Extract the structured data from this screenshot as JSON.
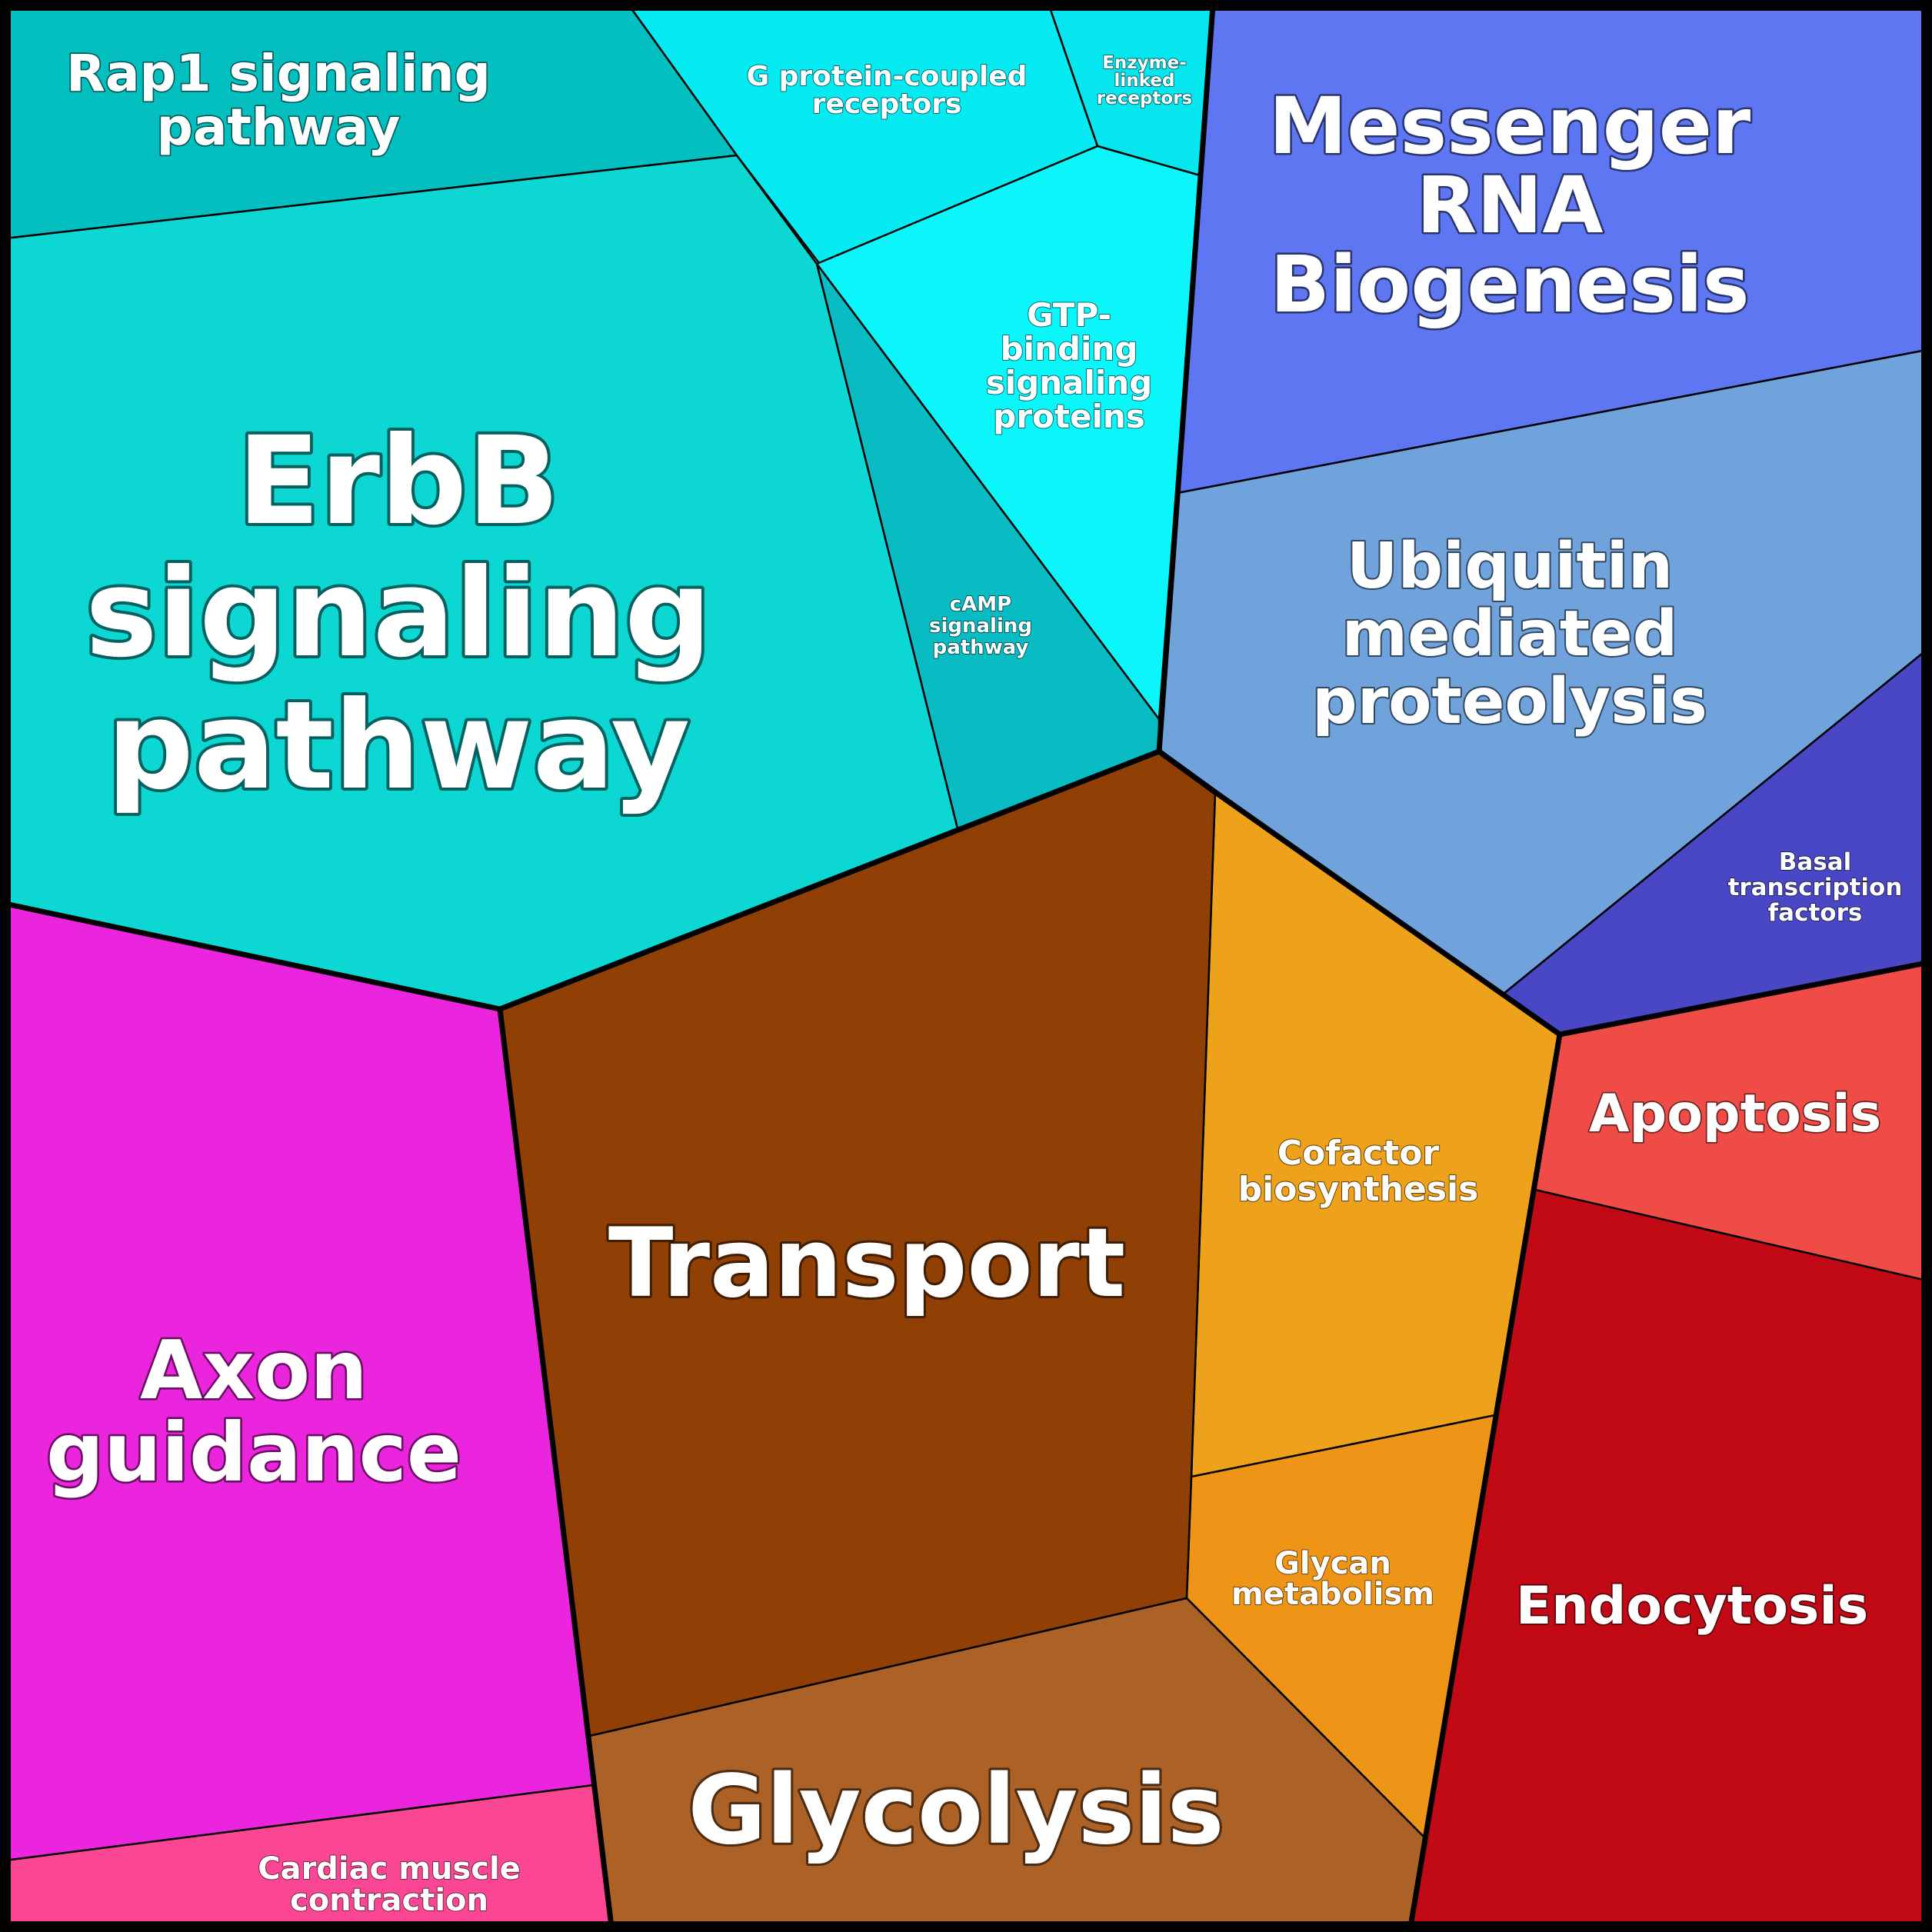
{
  "regions": [
    {
      "id": "rap1-signaling-pathway",
      "color": "#04bfbf",
      "lines": [
        "Rap1 signaling",
        "pathway"
      ]
    },
    {
      "id": "erbb-signaling-pathway",
      "color": "#0dd7d3",
      "lines": [
        "ErbB",
        "signaling",
        "pathway"
      ]
    },
    {
      "id": "camp-signaling-pathway",
      "color": "#09bcc4",
      "lines": [
        "cAMP",
        "signaling",
        "pathway"
      ]
    },
    {
      "id": "g-protein-coupled-receptors",
      "color": "#06eaf2",
      "lines": [
        "G protein-coupled",
        "receptors"
      ]
    },
    {
      "id": "enzyme-linked-receptors",
      "color": "#05e6ee",
      "lines": [
        "Enzyme-",
        "linked",
        "receptors"
      ]
    },
    {
      "id": "gtp-binding-signaling-proteins",
      "color": "#0af6fb",
      "lines": [
        "GTP-",
        "binding",
        "signaling",
        "proteins"
      ]
    },
    {
      "id": "messenger-rna-biogenesis",
      "color": "#5e76f2",
      "lines": [
        "Messenger",
        "RNA",
        "Biogenesis"
      ]
    },
    {
      "id": "ubiquitin-mediated-proteolysis",
      "color": "#70a3dc",
      "lines": [
        "Ubiquitin",
        "mediated",
        "proteolysis"
      ]
    },
    {
      "id": "basal-transcription-factors",
      "color": "#4a47c6",
      "lines": [
        "Basal",
        "transcription",
        "factors"
      ]
    },
    {
      "id": "apoptosis",
      "color": "#f04c47",
      "lines": [
        "Apoptosis"
      ]
    },
    {
      "id": "endocytosis",
      "color": "#c10a16",
      "lines": [
        "Endocytosis"
      ]
    },
    {
      "id": "cofactor-biosynthesis",
      "color": "#eea21b",
      "lines": [
        "Cofactor",
        "biosynthesis"
      ]
    },
    {
      "id": "glycan-metabolism",
      "color": "#ee9416",
      "lines": [
        "Glycan",
        "metabolism"
      ]
    },
    {
      "id": "transport",
      "color": "#904004",
      "lines": [
        "Transport"
      ]
    },
    {
      "id": "glycolysis",
      "color": "#ac6227",
      "lines": [
        "Glycolysis"
      ]
    },
    {
      "id": "axon-guidance",
      "color": "#ea25dd",
      "lines": [
        "Axon",
        "guidance"
      ]
    },
    {
      "id": "cardiac-muscle-contraction",
      "color": "#fb4694",
      "lines": [
        "Cardiac muscle",
        "contraction"
      ]
    }
  ]
}
